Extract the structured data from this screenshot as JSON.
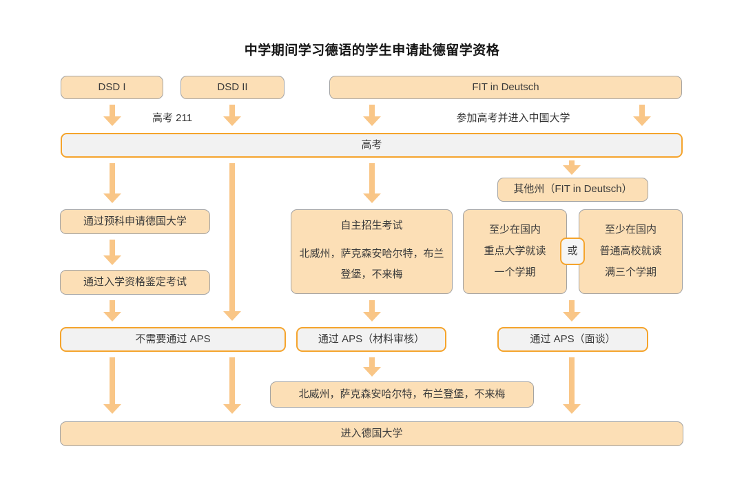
{
  "title": "中学期间学习德语的学生申请赴德留学资格",
  "colors": {
    "peach_fill": "#FCDFB6",
    "gray_fill": "#F2F2F2",
    "orange_border": "#F5A42C",
    "gray_border": "#A3A3A3",
    "arrow": "#F9C687",
    "text": "#3B3B3B"
  },
  "nodes": {
    "dsd1": "DSD I",
    "dsd2": "DSD II",
    "fit": "FIT in Deutsch",
    "gaokao": "高考",
    "other_states": "其他州（FIT in Deutsch）",
    "foundation": "通过预科申请德国大学",
    "feststellung": "通过入学资格鉴定考试",
    "exam_title": "自主招生考试",
    "exam_body": "北威州，萨克森安哈尔特，布兰登堡，不来梅",
    "key_university": "至少在国内\n重点大学就读\n一个学期",
    "or": "或",
    "regular_university": "至少在国内\n普通高校就读\n满三个学期",
    "no_aps": "不需要通过 APS",
    "aps_review": "通过 APS（材料审核）",
    "aps_interview": "通过 APS（面谈）",
    "states": "北威州，萨克森安哈尔特，布兰登堡，不来梅",
    "enter_university": "进入德国大学"
  },
  "labels": {
    "gaokao211": "高考 211",
    "gaokao_university": "参加高考并进入中国大学"
  }
}
